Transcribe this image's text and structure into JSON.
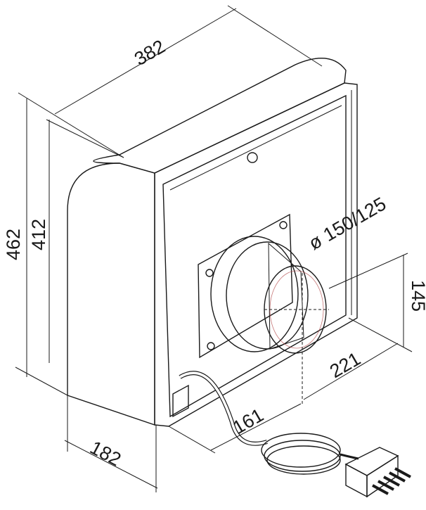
{
  "dimensions": {
    "width_top": "382",
    "height_outer": "462",
    "height_inner": "412",
    "diameter": "ø 150/125",
    "duct_height": "145",
    "duct_offset_x": "221",
    "duct_offset_front": "161",
    "depth": "182"
  },
  "colors": {
    "line": "#1a1a1a",
    "housing_side": "#dcdcdc",
    "housing_front": "#ececec",
    "housing_top": "#e2e2e2",
    "duct": "#e4e4e4",
    "accent_red": "#b04040"
  }
}
